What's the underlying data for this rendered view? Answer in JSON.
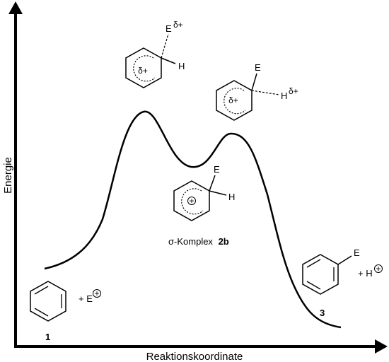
{
  "axes": {
    "x_label": "Reaktionskoordinate",
    "y_label": "Energie"
  },
  "species": {
    "reactant_number": "1",
    "electrophile_text": "+ E",
    "electrophile_charge": "+",
    "ts1_substituent": "E",
    "ts1_substituent_charge": "δ+",
    "ts1_hydrogen": "H",
    "ts1_ring_charge": "δ+",
    "ts2_substituent": "E",
    "ts2_hydrogen": "H",
    "ts2_hydrogen_charge": "δ+",
    "ts2_ring_charge": "δ+",
    "intermediate_substituent": "E",
    "intermediate_hydrogen": "H",
    "intermediate_ring_charge": "+",
    "intermediate_label_prefix": "σ-Komplex",
    "intermediate_label_id": "2b",
    "product_substituent": "E",
    "product_number": "3",
    "proton_text": "+ H",
    "proton_charge": "+"
  }
}
